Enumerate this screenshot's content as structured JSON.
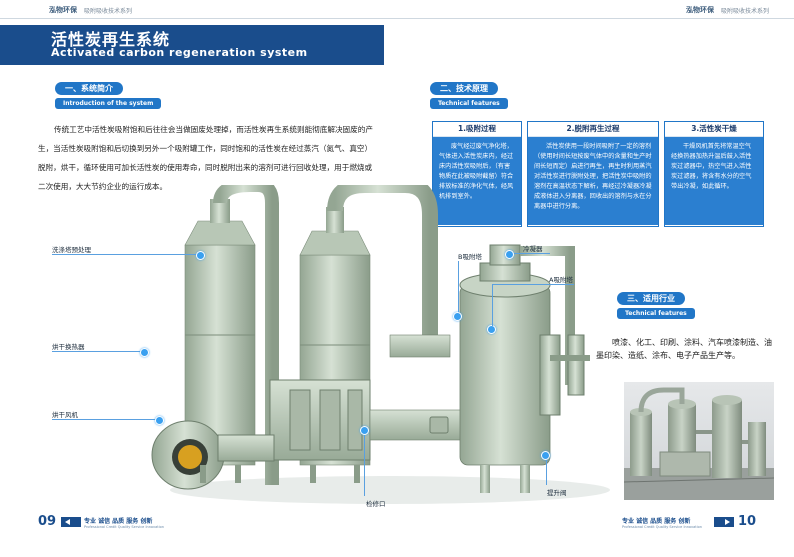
{
  "header": {
    "brand_left": "泓物环保",
    "series_left": "吸附吸收技术系列",
    "brand_right": "泓物环保",
    "series_right": "吸附吸收技术系列"
  },
  "title": {
    "cn": "活性炭再生系统",
    "en": "Activated carbon regeneration system"
  },
  "section1": {
    "heading": "一、系统简介",
    "subheading": "Introduction of the system",
    "body": "传统工艺中活性炭吸附饱和后往往会当做固废处理掉，而活性炭再生系统则能彻底解决固废的产生，当活性炭吸附饱和后切换到另外一个吸附罐工作，同时饱和的活性炭在经过蒸汽（氮气、真空）脱附，烘干，循环使用可加长活性炭的使用寿命，同时脱附出来的溶剂可进行回收处理，用于燃烧或二次使用，大大节约企业的运行成本。"
  },
  "section2": {
    "heading": "二、技术原理",
    "subheading": "Technical features",
    "cards": [
      {
        "title": "1.吸附过程",
        "body": "废气经过废气净化塔，气体进入活性炭床内，经过床内活性炭吸附后，（有害物质在此被吸附截留）符合排放标准的净化气体，经风机排到室外。"
      },
      {
        "title": "2.脱附再生过程",
        "body": "活性炭使用一段时间吸附了一定的溶剂（使用时间长短按废气体中的含量和生产时间长短而定）启进行再生，再生时利用蒸汽对活性炭进行脱附处理，把活性炭中吸附的溶剂在高温状态下解析，再经过冷凝器冷凝成液体进入分离器，回收出的溶剂与水在分离器中进行分离。"
      },
      {
        "title": "3.活性炭干燥",
        "body": "干燥风机首先将常温空气经换热器加热升温后鼓入活性炭过滤器中，热空气进入活性炭过滤器，将含有水分的空气带出冷凝，如此循环。"
      }
    ]
  },
  "section3": {
    "heading": "三、适用行业",
    "subheading": "Technical features",
    "body": "喷漆、化工、印刷、涂料、汽车喷漆制造、油墨印染、造纸、涂布、电子产品生产等。"
  },
  "diagram": {
    "labels": {
      "scrubber": "洗涤塔预处理",
      "heat_exchanger": "烘干换热器",
      "fan": "烘干风机",
      "tower_b": "B吸附塔",
      "condenser": "冷凝器",
      "tower_a": "A吸附塔",
      "inspection": "检修口",
      "lift_valve": "提升阀"
    }
  },
  "footer": {
    "page_left": "09",
    "page_right": "10",
    "slogan": "专业 诚信 品质 服务 创新",
    "slogan_en": "Professional Credit Quality Service Innovation"
  },
  "colors": {
    "brand_blue": "#1a4d8c",
    "accent_blue": "#2176c7",
    "equipment_green": "#c5d3c2"
  }
}
